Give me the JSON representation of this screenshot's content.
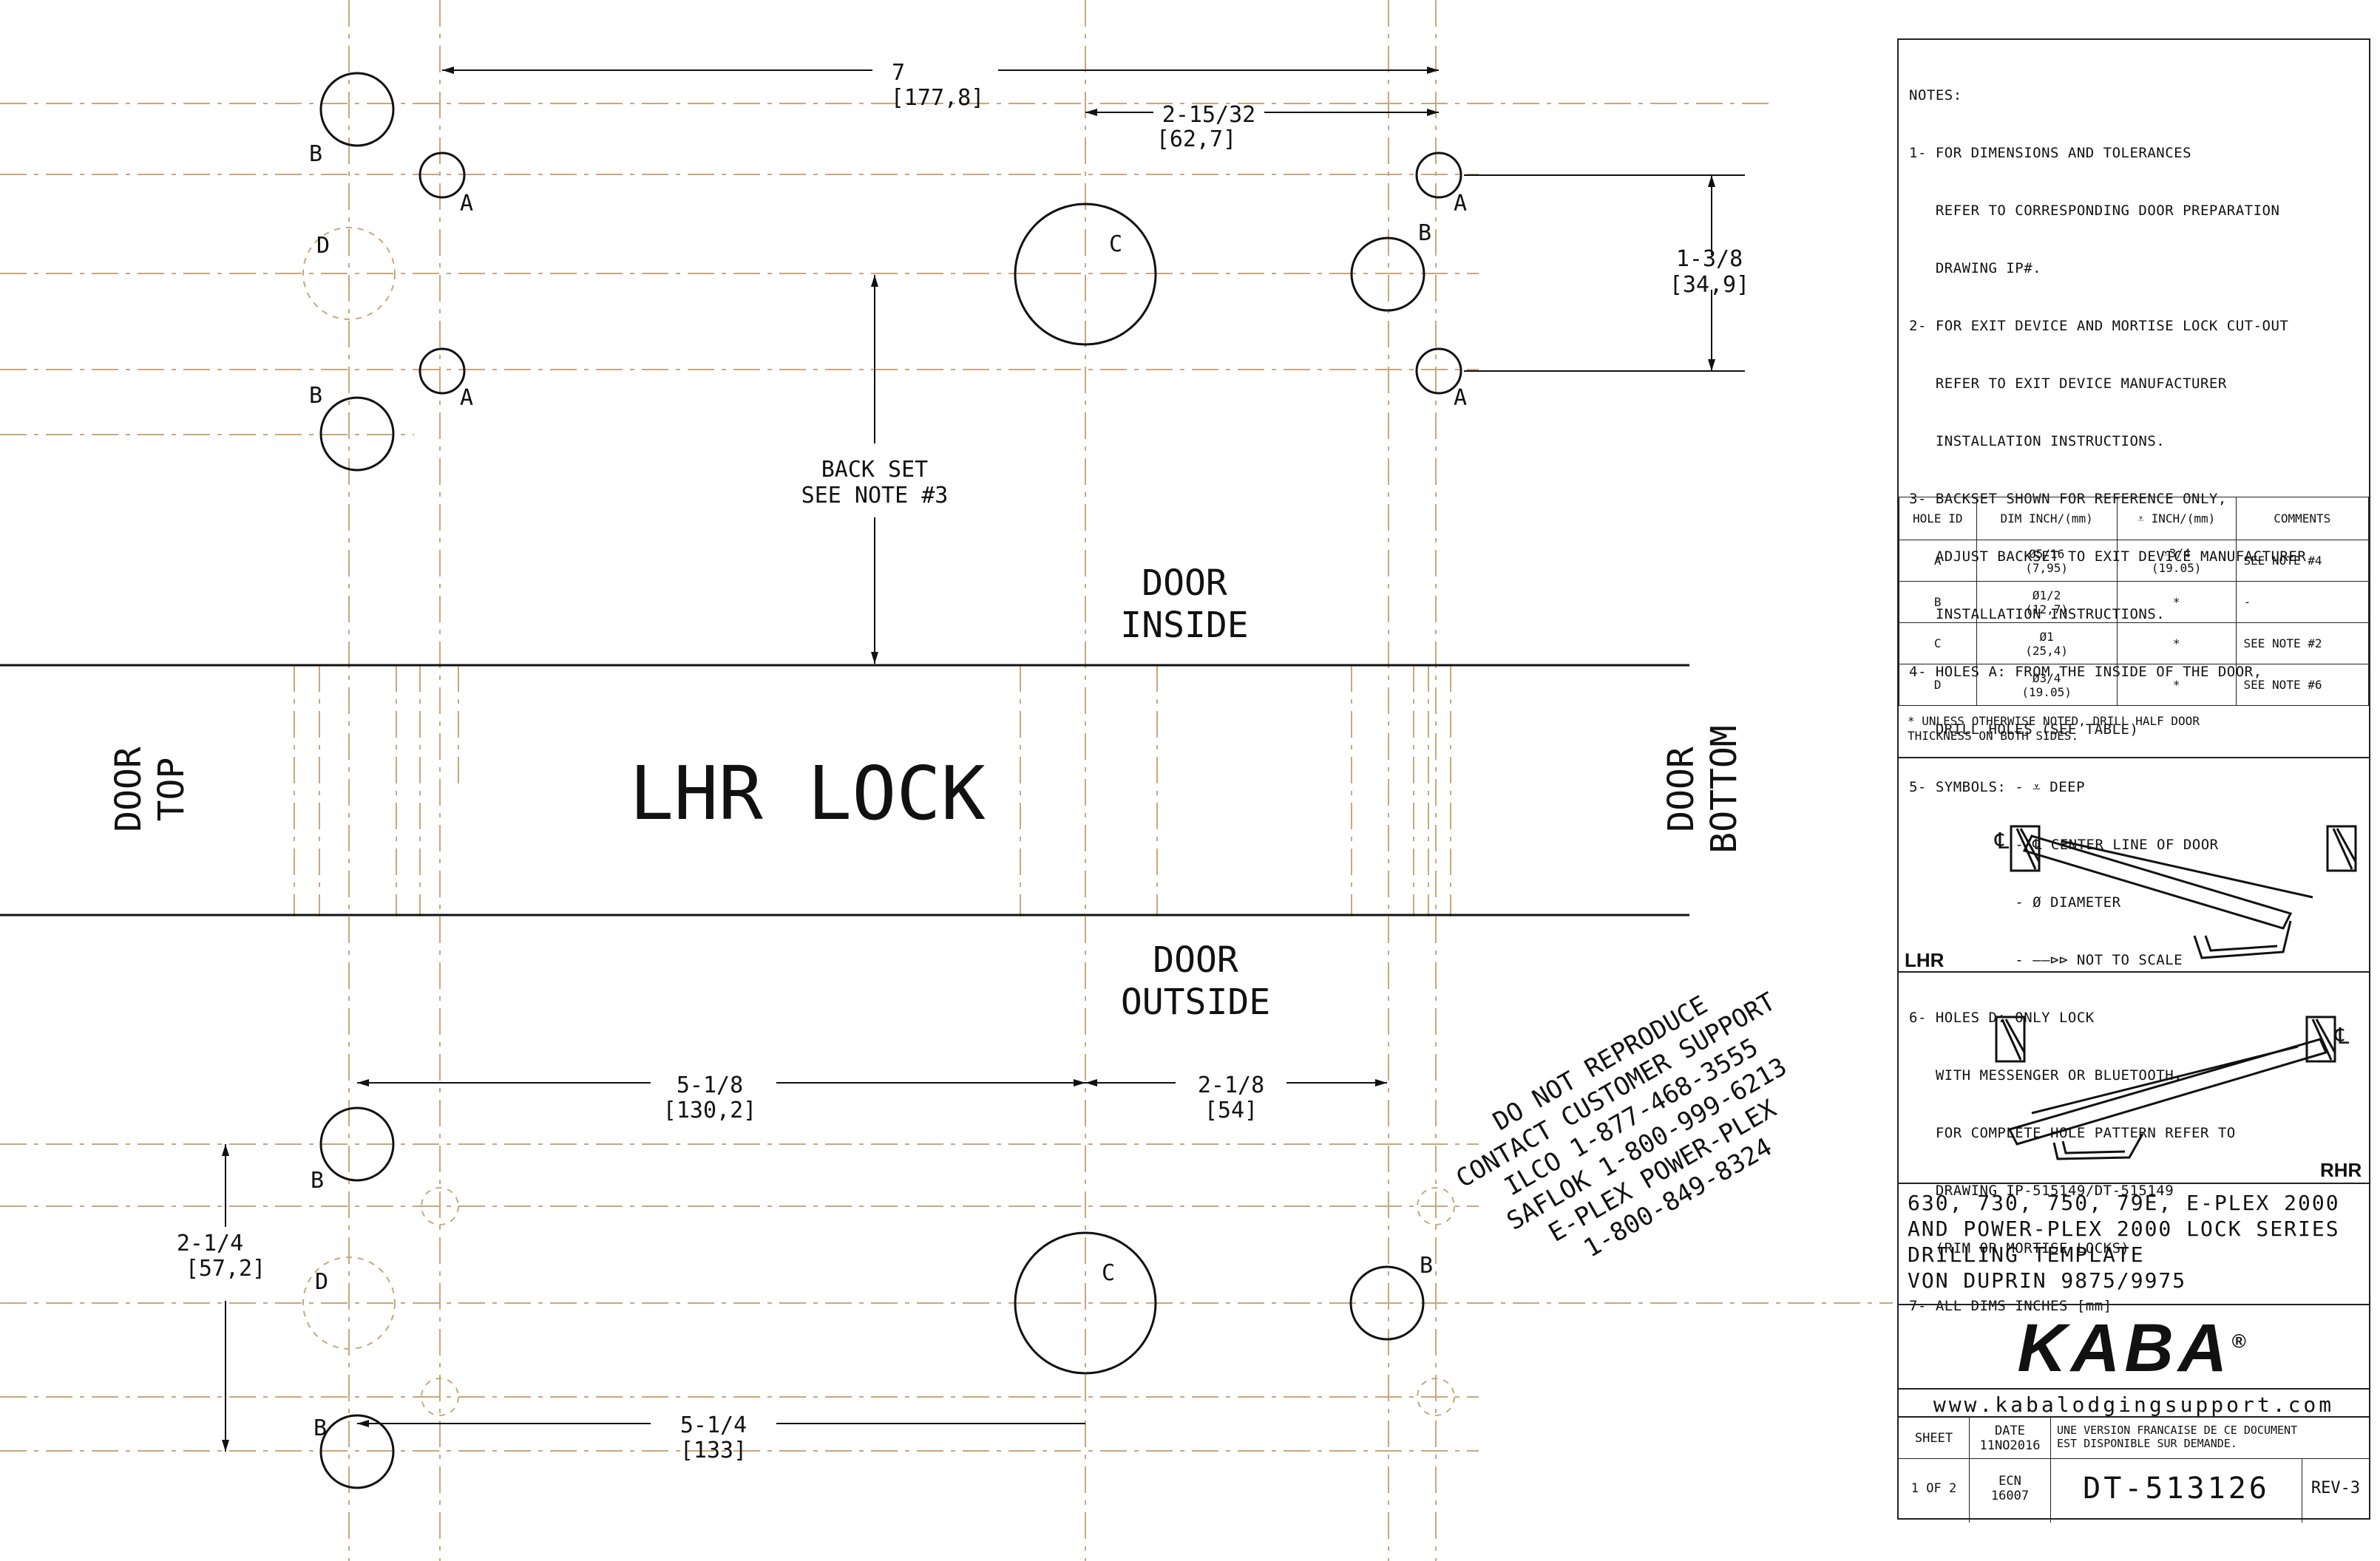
{
  "holes": {
    "A": "A",
    "B": "B",
    "C": "C",
    "D": "D"
  },
  "dims": {
    "top_7": "7",
    "top_7_mm": "[177,8]",
    "top_2_15_32": "2-15/32",
    "top_2_15_32_mm": "[62,7]",
    "right_1_3_8": "1-3/8",
    "right_1_3_8_mm": "[34,9]",
    "backset_1": "BACK SET",
    "backset_2": "SEE NOTE #3",
    "bot_5_1_8": "5-1/8",
    "bot_5_1_8_mm": "[130,2]",
    "bot_2_1_8": "2-1/8",
    "bot_2_1_8_mm": "[54]",
    "left_2_1_4": "2-1/4",
    "left_2_1_4_mm": "[57,2]",
    "bot_5_1_4": "5-1/4",
    "bot_5_1_4_mm": "[133]"
  },
  "labels": {
    "door_inside_1": "DOOR",
    "door_inside_2": "INSIDE",
    "door_outside_1": "DOOR",
    "door_outside_2": "OUTSIDE",
    "door_top_1": "DOOR",
    "door_top_2": "TOP",
    "door_bottom_1": "DOOR",
    "door_bottom_2": "BOTTOM",
    "lock_title": "LHR LOCK"
  },
  "watermark": [
    "DO NOT REPRODUCE",
    "CONTACT CUSTOMER SUPPORT",
    "ILCO 1-877-468-3555",
    "SAFLOK 1-800-999-6213",
    "E-PLEX  POWER-PLEX",
    "1-800-849-8324"
  ],
  "notes": [
    "NOTES:",
    "1- FOR DIMENSIONS AND TOLERANCES",
    "   REFER TO CORRESPONDING DOOR PREPARATION",
    "   DRAWING IP#.",
    "2- FOR EXIT DEVICE AND MORTISE LOCK CUT-OUT",
    "   REFER TO EXIT DEVICE MANUFACTURER",
    "   INSTALLATION INSTRUCTIONS.",
    "3- BACKSET SHOWN FOR REFERENCE ONLY,",
    "   ADJUST BACKSET TO EXIT DEVICE MANUFACTURER",
    "   INSTALLATION INSTRUCTIONS.",
    "4- HOLES A: FROM THE INSIDE OF THE DOOR,",
    "   DRILL HOLES (SEE TABLE)",
    "5- SYMBOLS: - ⩡ DEEP",
    "            - ℄ CENTER LINE OF DOOR",
    "            - Ø DIAMETER",
    "            - ——⊳⊳ NOT TO SCALE",
    "6- HOLES D: ONLY LOCK",
    "   WITH MESSENGER OR BLUETOOTH.",
    "   FOR COMPLETE HOLE PATTERN REFER TO",
    "   DRAWING IP-515149/DT-515149",
    "   (RIM OR MORTISE LOCKS).",
    "7- ALL DIMS INCHES [mm]"
  ],
  "table": {
    "headers": [
      "HOLE ID",
      "DIM INCH/(mm)",
      "⩡ INCH/(mm)",
      "COMMENTS"
    ],
    "rows": [
      {
        "id": "A",
        "dim": "Ø5/16",
        "dim_mm": "(7,95)",
        "depth": "⩡3/4",
        "depth_mm": "(19.05)",
        "comment": "SEE NOTE #4"
      },
      {
        "id": "B",
        "dim": "Ø1/2",
        "dim_mm": "(12,7)",
        "depth": "*",
        "depth_mm": "",
        "comment": "-"
      },
      {
        "id": "C",
        "dim": "Ø1",
        "dim_mm": "(25,4)",
        "depth": "*",
        "depth_mm": "",
        "comment": "SEE NOTE #2"
      },
      {
        "id": "D",
        "dim": "Ø3/4",
        "dim_mm": "(19.05)",
        "depth": "*",
        "depth_mm": "",
        "comment": "SEE NOTE #6"
      }
    ]
  },
  "footnote_1": "* UNLESS OTHERWISE NOTED, DRILL HALF DOOR",
  "footnote_2": "THICKNESS ON BOTH SIDES.",
  "detail_lhr": "LHR",
  "detail_rhr": "RHR",
  "detail_cl": "℄",
  "title_lines": [
    "630, 730, 750, 79E, E-PLEX 2000",
    "AND POWER-PLEX 2000 LOCK SERIES",
    "DRILLING TEMPLATE",
    "VON DUPRIN 9875/9975"
  ],
  "logo": "KABA",
  "logo_mark": "®",
  "website": "www.kabalodgingsupport.com",
  "sheet_label": "SHEET",
  "sheet_value": "1 OF 2",
  "date_label": "DATE",
  "date_value": "11NO2016",
  "french_1": "UNE VERSION FRANCAISE DE CE DOCUMENT",
  "french_2": "EST DISPONIBLE SUR DEMANDE.",
  "ecn_label": "ECN",
  "ecn_value": "16007",
  "drawing_number": "DT-513126",
  "revision": "REV-3"
}
